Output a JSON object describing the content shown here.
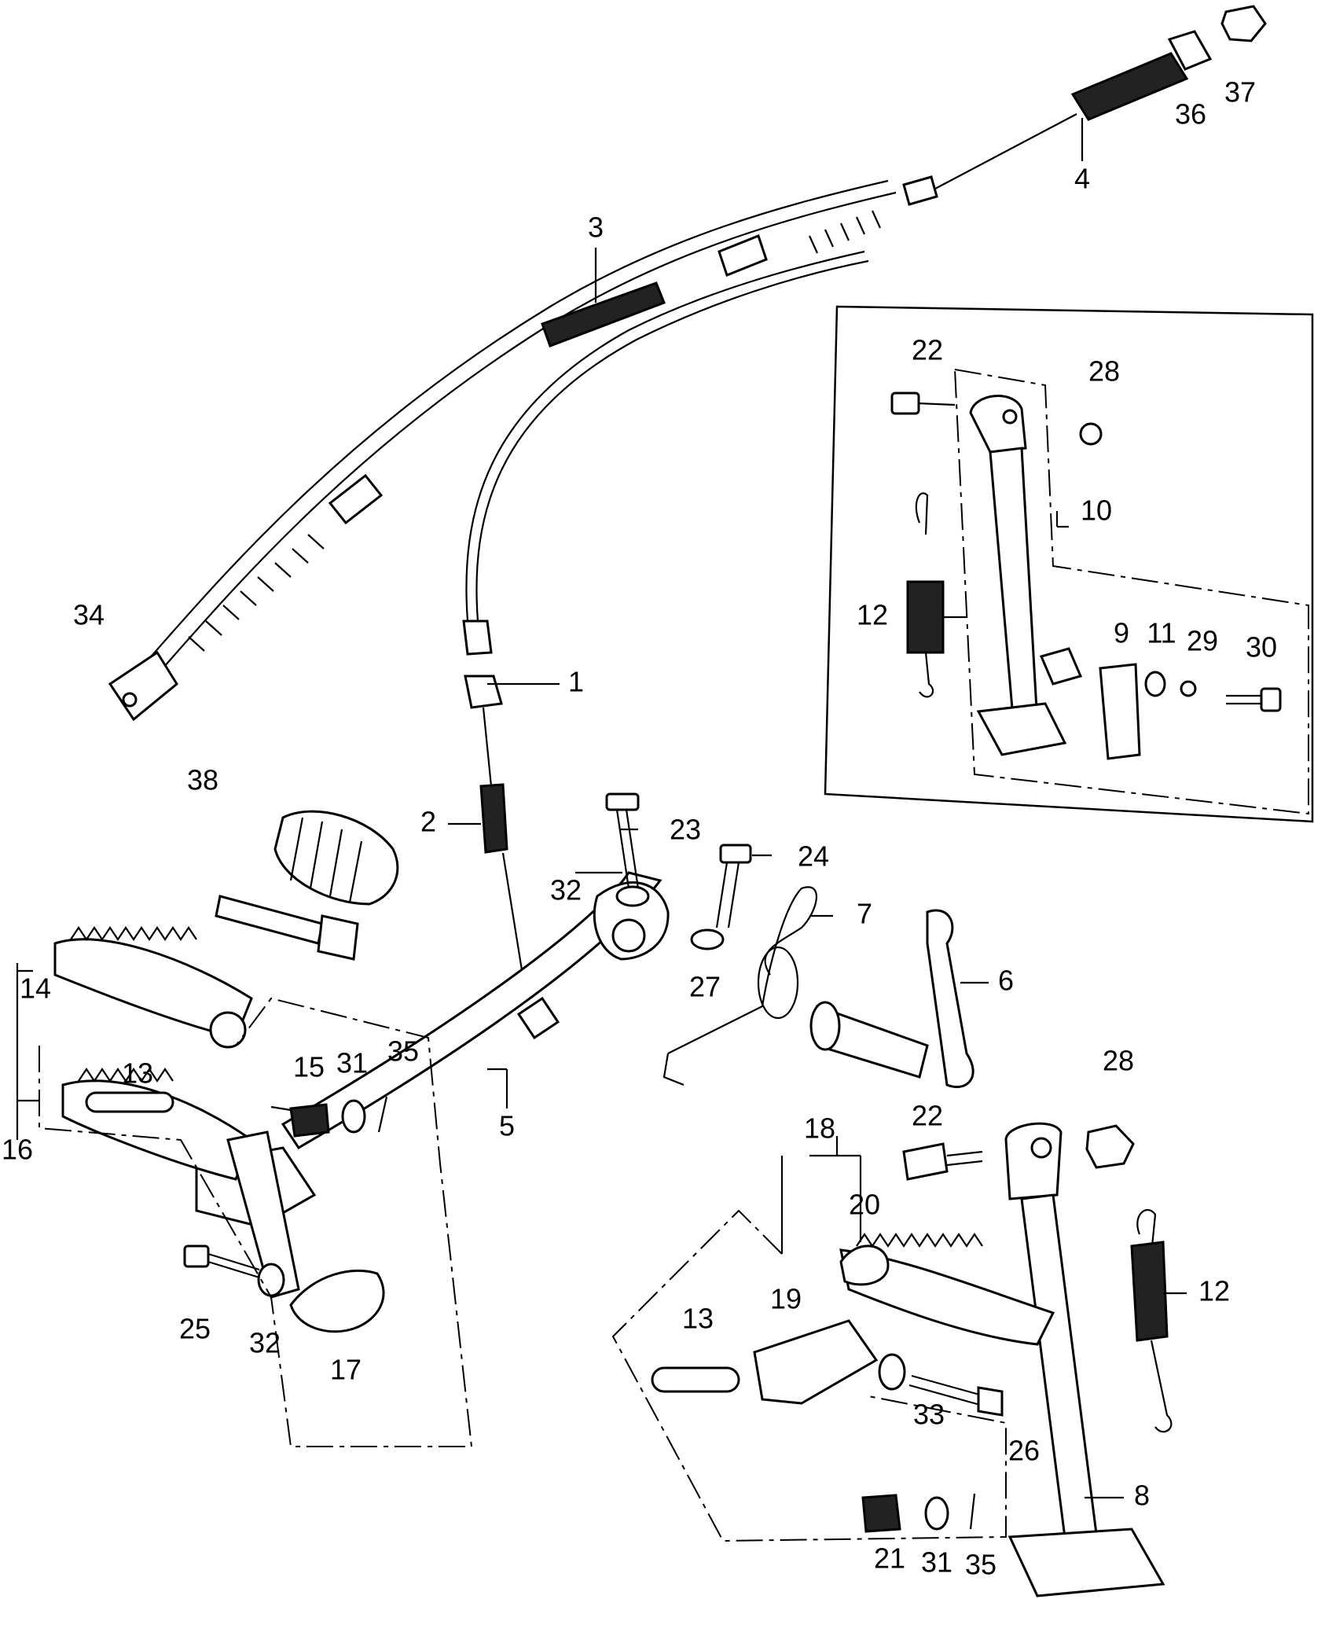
{
  "callouts": [
    {
      "id": "c1",
      "text": "1"
    },
    {
      "id": "c2",
      "text": "2"
    },
    {
      "id": "c3",
      "text": "3"
    },
    {
      "id": "c4",
      "text": "4"
    },
    {
      "id": "c5",
      "text": "5"
    },
    {
      "id": "c6",
      "text": "6"
    },
    {
      "id": "c7",
      "text": "7"
    },
    {
      "id": "c8",
      "text": "8"
    },
    {
      "id": "c9",
      "text": "9"
    },
    {
      "id": "c10",
      "text": "10"
    },
    {
      "id": "c11",
      "text": "11"
    },
    {
      "id": "c12a",
      "text": "12"
    },
    {
      "id": "c12b",
      "text": "12"
    },
    {
      "id": "c13a",
      "text": "13"
    },
    {
      "id": "c13b",
      "text": "13"
    },
    {
      "id": "c14",
      "text": "14"
    },
    {
      "id": "c15",
      "text": "15"
    },
    {
      "id": "c16",
      "text": "16"
    },
    {
      "id": "c17",
      "text": "17"
    },
    {
      "id": "c18",
      "text": "18"
    },
    {
      "id": "c19",
      "text": "19"
    },
    {
      "id": "c20",
      "text": "20"
    },
    {
      "id": "c21",
      "text": "21"
    },
    {
      "id": "c22a",
      "text": "22"
    },
    {
      "id": "c22b",
      "text": "22"
    },
    {
      "id": "c23",
      "text": "23"
    },
    {
      "id": "c24",
      "text": "24"
    },
    {
      "id": "c25",
      "text": "25"
    },
    {
      "id": "c26",
      "text": "26"
    },
    {
      "id": "c27",
      "text": "27"
    },
    {
      "id": "c28a",
      "text": "28"
    },
    {
      "id": "c28b",
      "text": "28"
    },
    {
      "id": "c29",
      "text": "29"
    },
    {
      "id": "c30",
      "text": "30"
    },
    {
      "id": "c31a",
      "text": "31"
    },
    {
      "id": "c31b",
      "text": "31"
    },
    {
      "id": "c32a",
      "text": "32"
    },
    {
      "id": "c32b",
      "text": "32"
    },
    {
      "id": "c33",
      "text": "33"
    },
    {
      "id": "c34",
      "text": "34"
    },
    {
      "id": "c35a",
      "text": "35"
    },
    {
      "id": "c35b",
      "text": "35"
    },
    {
      "id": "c36",
      "text": "36"
    },
    {
      "id": "c37",
      "text": "37"
    },
    {
      "id": "c38",
      "text": "38"
    }
  ]
}
